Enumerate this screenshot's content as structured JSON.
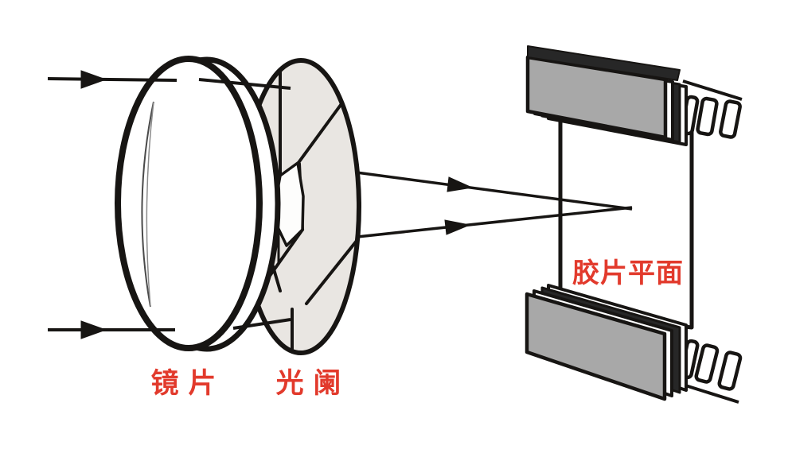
{
  "diagram": {
    "labels": {
      "lens": "镜 片",
      "aperture": "光 阑",
      "film_plane": "胶片平面"
    },
    "colors": {
      "background": "#ffffff",
      "line": "#171513",
      "label_red": "#e23a2c",
      "disc_gray": "#e9e6e2",
      "holder_gray": "#a8a8a8",
      "slab_dark": "#272727"
    }
  }
}
